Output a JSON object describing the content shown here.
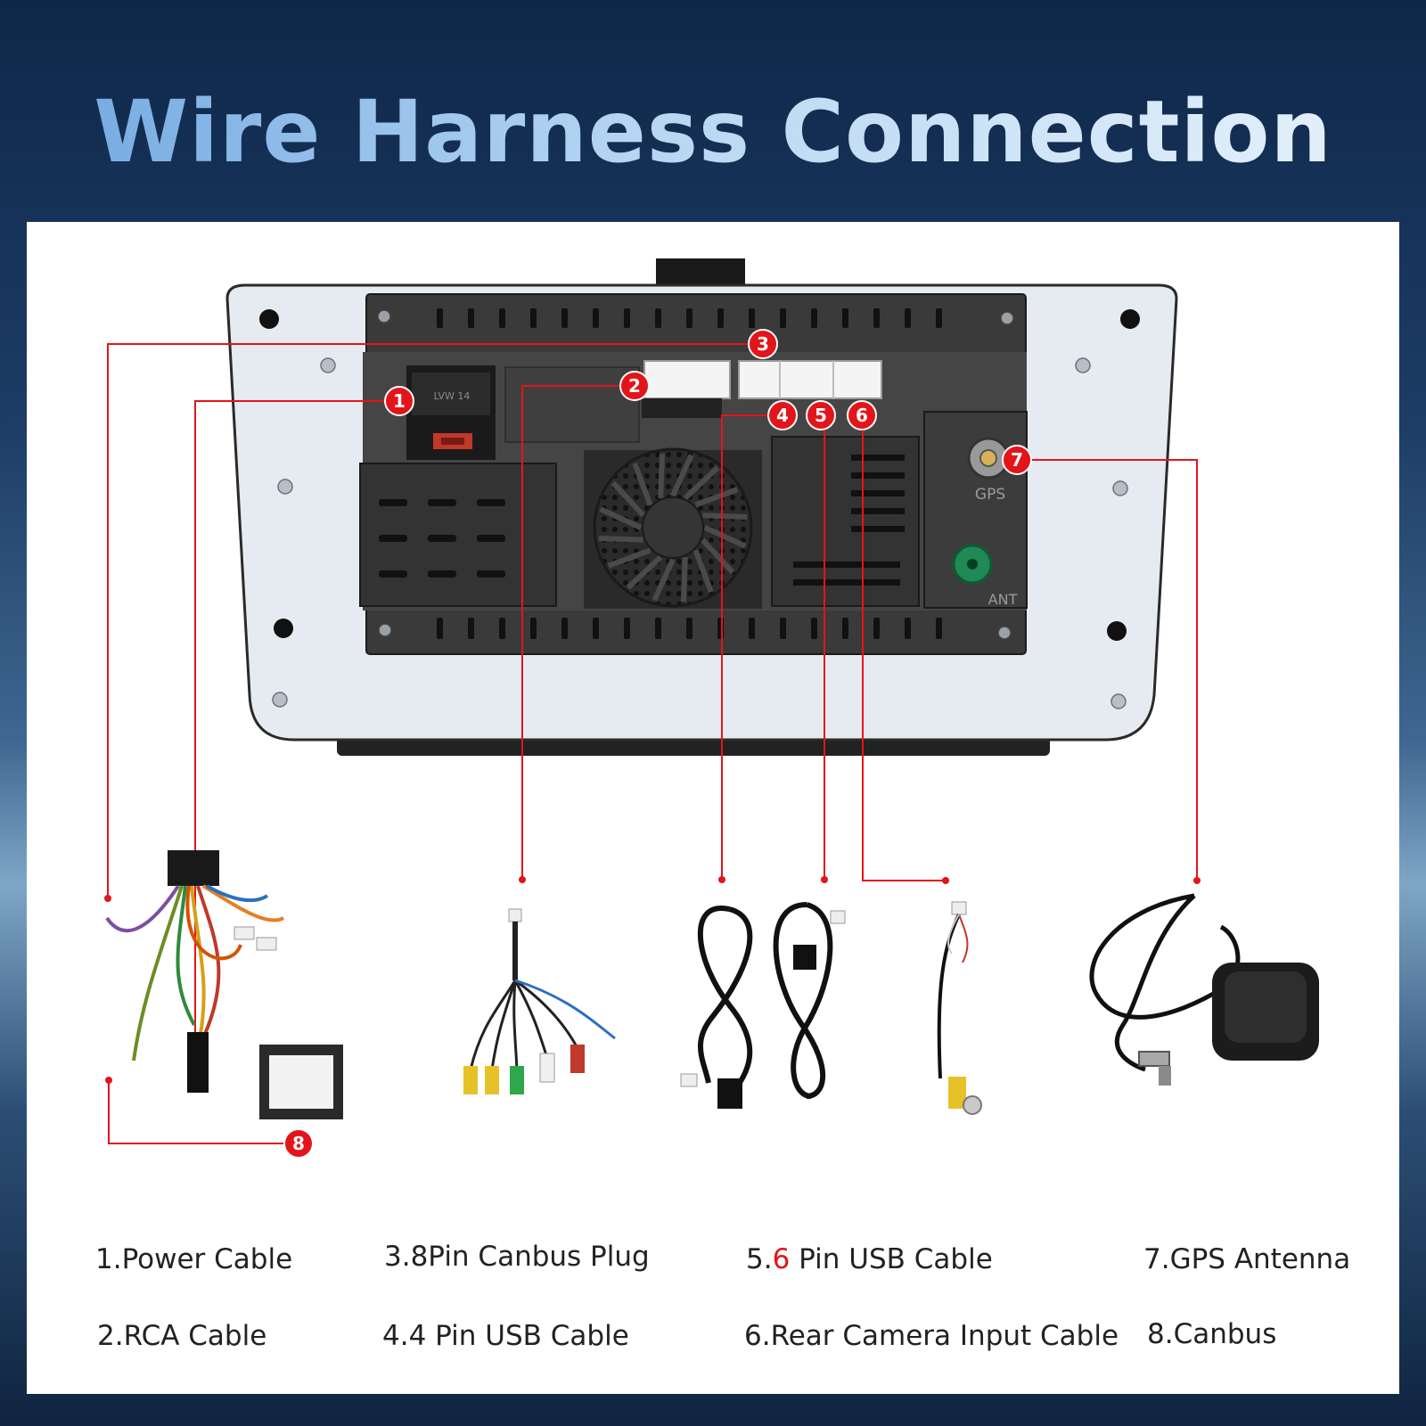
{
  "title": "Wire Harness Connection",
  "unit_labels": {
    "lvw": "LVW 14",
    "gps": "GPS",
    "ant": "ANT"
  },
  "markers": [
    "1",
    "2",
    "3",
    "4",
    "5",
    "6",
    "7",
    "8"
  ],
  "legend": {
    "item1": "1.Power Cable",
    "item2": "2.RCA Cable",
    "item3": "3.8Pin Canbus Plug",
    "item4": "4.4 Pin USB Cable",
    "item5_prefix": "5.",
    "item5_highlight": "6",
    "item5_suffix": " Pin USB Cable",
    "item6": "6.Rear Camera Input Cable",
    "item7": "7.GPS Antenna",
    "item8": "8.Canbus"
  },
  "colors": {
    "callout": "#e3151a",
    "title": "#a9cdf0",
    "unit_body": "#3a3a3a"
  }
}
